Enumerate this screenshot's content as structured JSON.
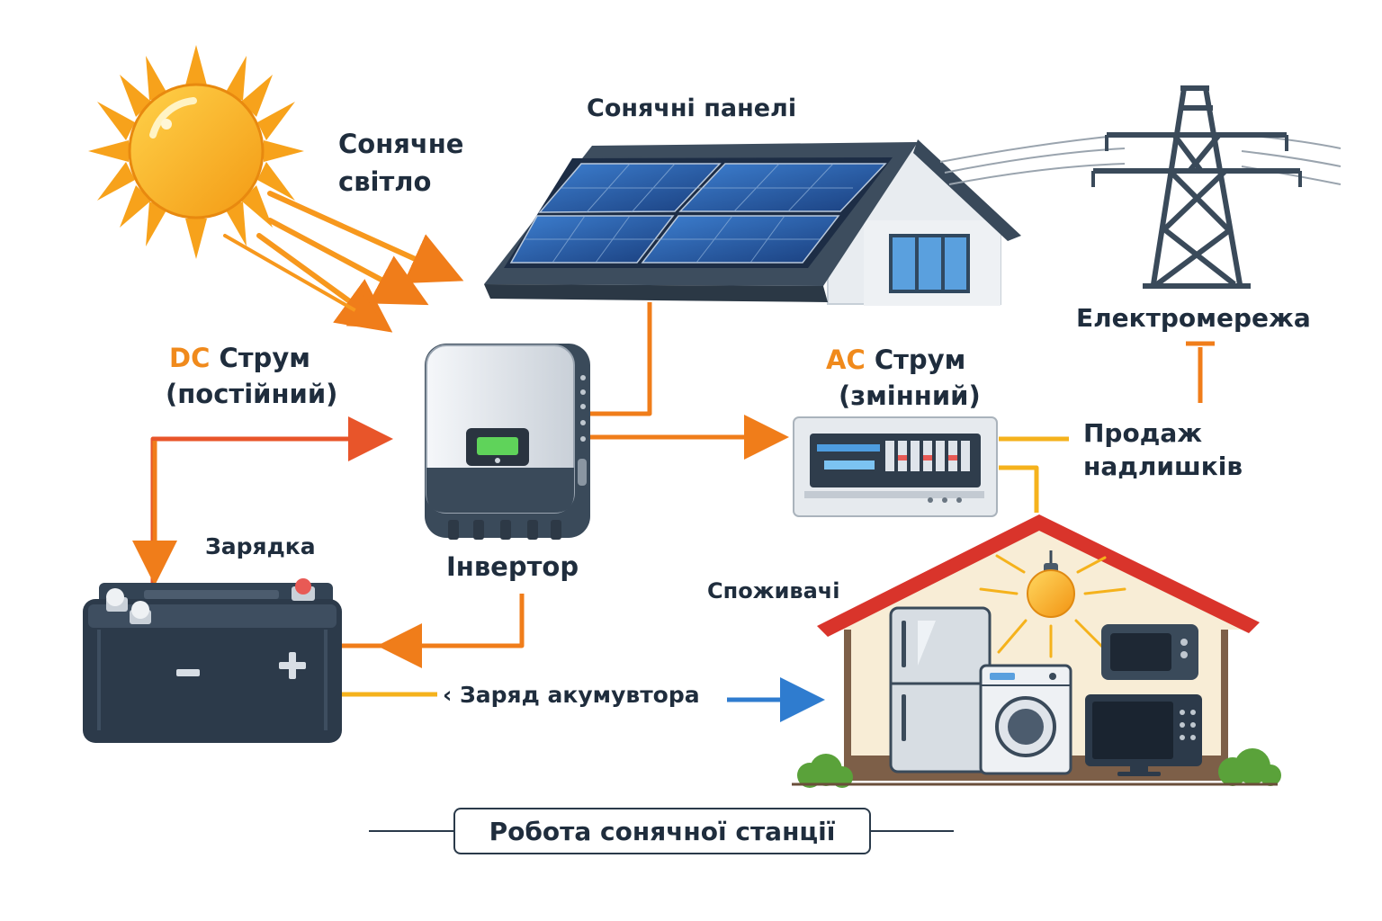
{
  "labels": {
    "sunlight_line1": "Сонячне",
    "sunlight_line2": "світло",
    "panels": "Сонячні панелі",
    "grid": "Електромережа",
    "dc_prefix": "DC",
    "dc_word": "Струм",
    "dc_sub": "(постійний)",
    "ac_prefix": "AC",
    "ac_word": "Струм",
    "ac_sub": "(змінний)",
    "sell_line1": "Продаж",
    "sell_line2": "надлишків",
    "charging": "Зарядка",
    "inverter": "Інвертор",
    "consumers": "Споживачі",
    "battery_charge": "Заряд акумувтора",
    "battery_charge_chevron": "‹"
  },
  "title": "Робота  сонячної станції",
  "colors": {
    "sun": "#f7a21b",
    "flow_orange": "#f07d1a",
    "flow_red": "#e8552a",
    "flow_yellow": "#f5b21c",
    "flow_blue": "#2f7ccf",
    "text_dark": "#1f2d3d",
    "roof_red": "#d9342b",
    "battery": "#2c3a4a"
  },
  "icons": [
    "sun-icon",
    "solar-panel-house-icon",
    "power-tower-icon",
    "inverter-icon",
    "distribution-panel-icon",
    "battery-icon",
    "consumer-house-icon",
    "light-bulb-icon",
    "fridge-icon",
    "washing-machine-icon",
    "microwave-icon",
    "tv-icon"
  ]
}
